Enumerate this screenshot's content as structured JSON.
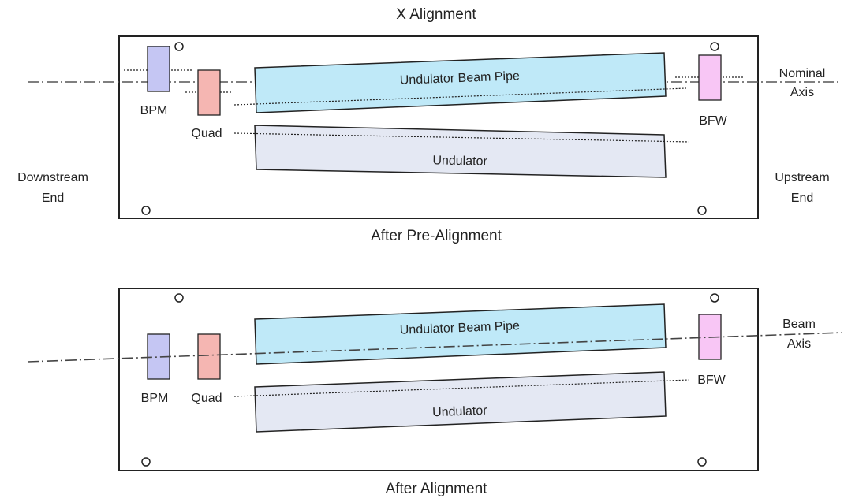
{
  "diagram": {
    "title": "X Alignment",
    "side_labels": {
      "downstream": [
        "Downstream",
        "End"
      ],
      "upstream": [
        "Upstream",
        "End"
      ]
    },
    "panels": [
      {
        "id": "pre",
        "caption": "After Pre-Alignment",
        "axis_label": [
          "Nominal",
          "Axis"
        ],
        "components": {
          "bpm": "BPM",
          "quad": "Quad",
          "beam_pipe": "Undulator Beam Pipe",
          "undulator": "Undulator",
          "bfw": "BFW"
        }
      },
      {
        "id": "post",
        "caption": "After Alignment",
        "axis_label": [
          "Beam",
          "Axis"
        ],
        "components": {
          "bpm": "BPM",
          "quad": "Quad",
          "beam_pipe": "Undulator Beam Pipe",
          "undulator": "Undulator",
          "bfw": "BFW"
        }
      }
    ],
    "colors": {
      "bpm": "#c5c6f3",
      "quad": "#f5b6b2",
      "beam_pipe": "#bfe9f8",
      "undulator": "#e4e8f3",
      "bfw": "#f8c6f5",
      "outline": "#222222"
    }
  }
}
